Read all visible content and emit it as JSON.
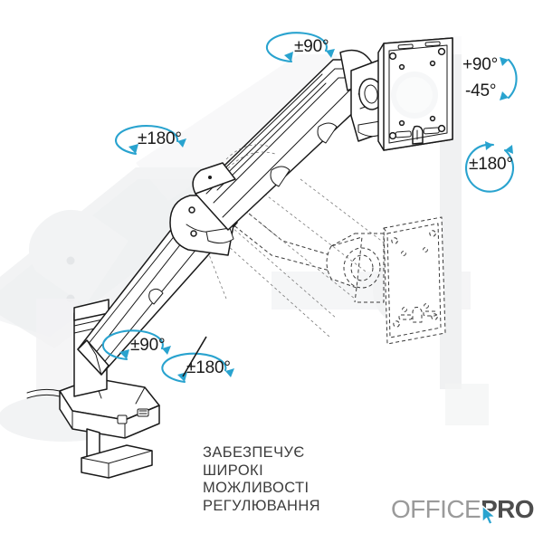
{
  "page": {
    "background_color": "#ffffff",
    "accent_color": "#29a3cf",
    "line_color": "#1a1a1a",
    "ghost_color": "#f4f5f6"
  },
  "annotations": [
    {
      "id": "top-pan",
      "label": "±90°",
      "name": "rotation-label-top-pan"
    },
    {
      "id": "right-tilt-up",
      "label": "+90°",
      "name": "rotation-label-tilt-up"
    },
    {
      "id": "right-tilt-dn",
      "label": "-45°",
      "name": "rotation-label-tilt-down"
    },
    {
      "id": "right-rotate",
      "label": "±180°",
      "name": "rotation-label-screen-rotate"
    },
    {
      "id": "left-elbow",
      "label": "±180°",
      "name": "rotation-label-elbow"
    },
    {
      "id": "base-pan",
      "label": "±90°",
      "name": "rotation-label-base-pan"
    },
    {
      "id": "base-rotate",
      "label": "±180°",
      "name": "rotation-label-base-rotate"
    }
  ],
  "description": {
    "text": "ЗАБЕЗПЕЧУЄ\nШИРОКІ\nМОЖЛИВОСТІ\nРЕГУЛЮВАННЯ"
  },
  "logo": {
    "part1": "OFFICE",
    "part2": "PRO",
    "cursor_color": "#29a3cf",
    "part1_color": "#9a9a9a",
    "part2_color": "#4d4d4d"
  },
  "product": {
    "type": "gas-spring-monitor-arm",
    "mount": "desk-c-clamp",
    "vesa_plate": "visible",
    "alternate_position": "dashed-outline"
  }
}
